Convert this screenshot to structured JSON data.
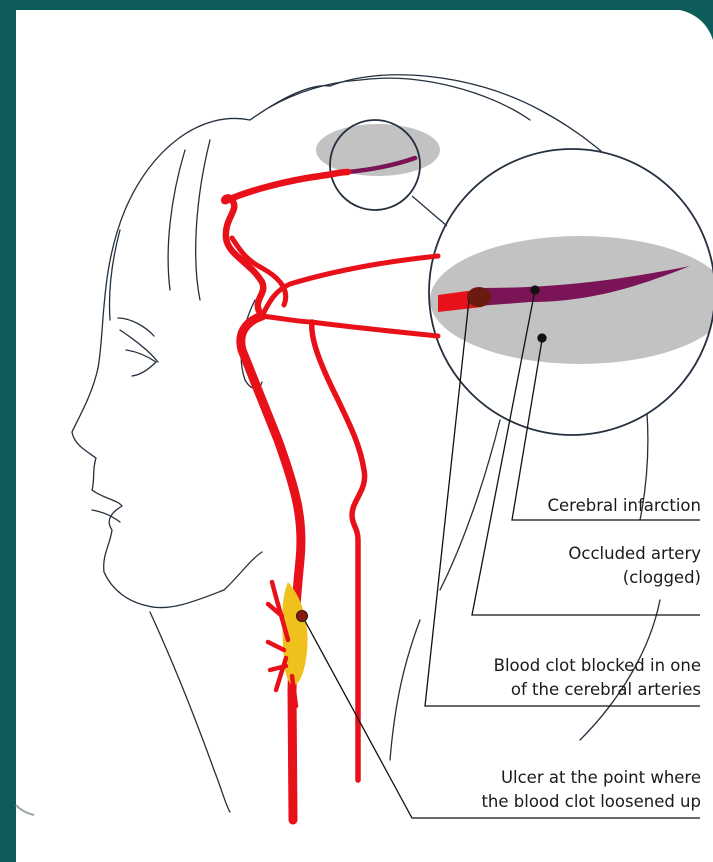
{
  "colors": {
    "frame": "#0e5c5a",
    "artery": "#e8111a",
    "occluded_artery": "#7a1456",
    "clot": "#6b1a10",
    "infarct_zone": "#c2c2c2",
    "ulcer_zone": "#f0c11d",
    "outline": "#24303e"
  },
  "labels": {
    "cerebral_infarction": "Cerebral infarction",
    "occluded_artery_line1": "Occluded artery",
    "occluded_artery_line2": "(clogged)",
    "blood_clot_line1": "Blood clot blocked in one",
    "blood_clot_line2": "of the cerebral arteries",
    "ulcer_line1": "Ulcer at the point where",
    "ulcer_line2": "the blood clot loosened up"
  }
}
